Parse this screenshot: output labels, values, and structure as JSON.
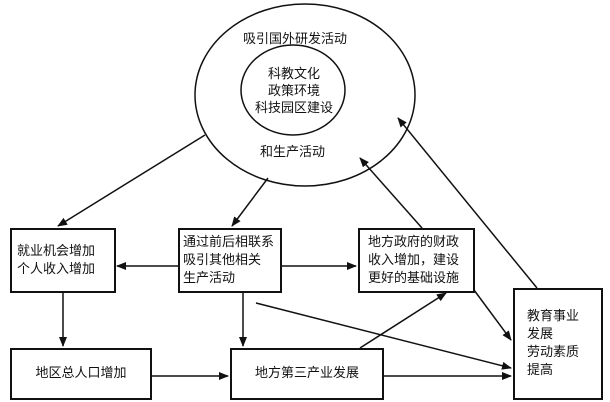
{
  "diagram": {
    "outer_ellipse": {
      "top_label": "吸引国外研发活动",
      "bottom_label": "和生产活动"
    },
    "inner_ellipse": {
      "lines": [
        "科教文化",
        "政策环境",
        "科技园区建设"
      ]
    },
    "nodes": {
      "employment": {
        "lines": [
          "就业机会增加",
          "个人收入增加"
        ]
      },
      "linkages": {
        "lines": [
          "通过前后相联系",
          "吸引其他相关",
          "生产活动"
        ]
      },
      "government": {
        "lines": [
          "地方政府的财政",
          "收入增加，建设",
          "更好的基础设施"
        ]
      },
      "education": {
        "lines": [
          "教育事业",
          "发展",
          "劳动素质",
          "提高"
        ]
      },
      "population": {
        "lines": [
          "地区总人口增加"
        ]
      },
      "tertiary": {
        "lines": [
          "地方第三产业发展"
        ]
      }
    },
    "edges": [
      {
        "from": "outer_ellipse",
        "to": "employment"
      },
      {
        "from": "outer_ellipse",
        "to": "linkages"
      },
      {
        "from": "linkages",
        "to": "employment"
      },
      {
        "from": "linkages",
        "to": "government"
      },
      {
        "from": "linkages",
        "to": "tertiary"
      },
      {
        "from": "linkages",
        "to": "education"
      },
      {
        "from": "employment",
        "to": "population"
      },
      {
        "from": "population",
        "to": "tertiary"
      },
      {
        "from": "tertiary",
        "to": "government"
      },
      {
        "from": "tertiary",
        "to": "education"
      },
      {
        "from": "government",
        "to": "education"
      },
      {
        "from": "government",
        "to": "outer_ellipse"
      },
      {
        "from": "education",
        "to": "outer_ellipse"
      }
    ]
  }
}
